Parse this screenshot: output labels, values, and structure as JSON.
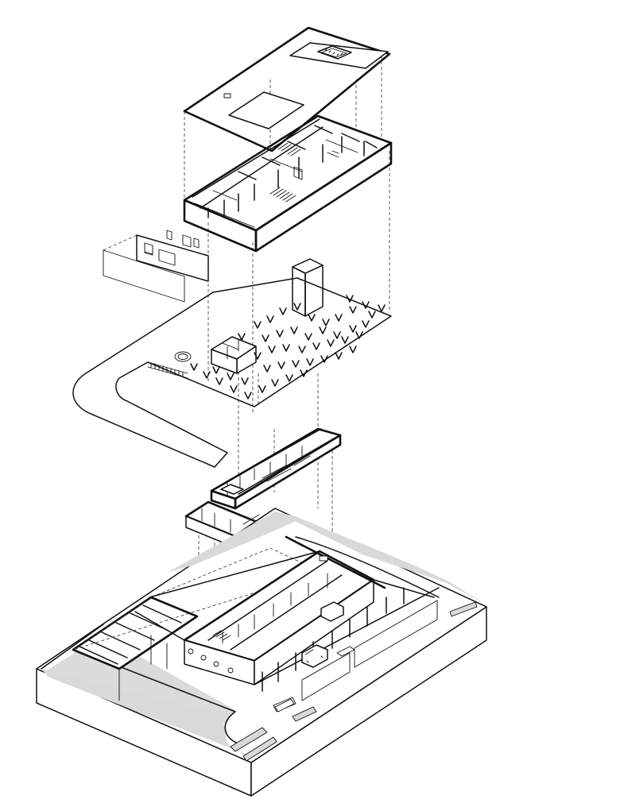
{
  "diagram": {
    "title": "",
    "layers": [
      {
        "id": "roof",
        "label": ""
      },
      {
        "id": "upper-floor",
        "label": ""
      },
      {
        "id": "facade-panels",
        "label": ""
      },
      {
        "id": "landscape-plaza",
        "label": ""
      },
      {
        "id": "corridor-volume",
        "label": ""
      },
      {
        "id": "ground-slab",
        "label": ""
      },
      {
        "id": "site-base",
        "label": ""
      }
    ],
    "colors": {
      "line": "#111111",
      "fill": "#ffffff",
      "ground_grey": "#d9d9d9"
    }
  }
}
